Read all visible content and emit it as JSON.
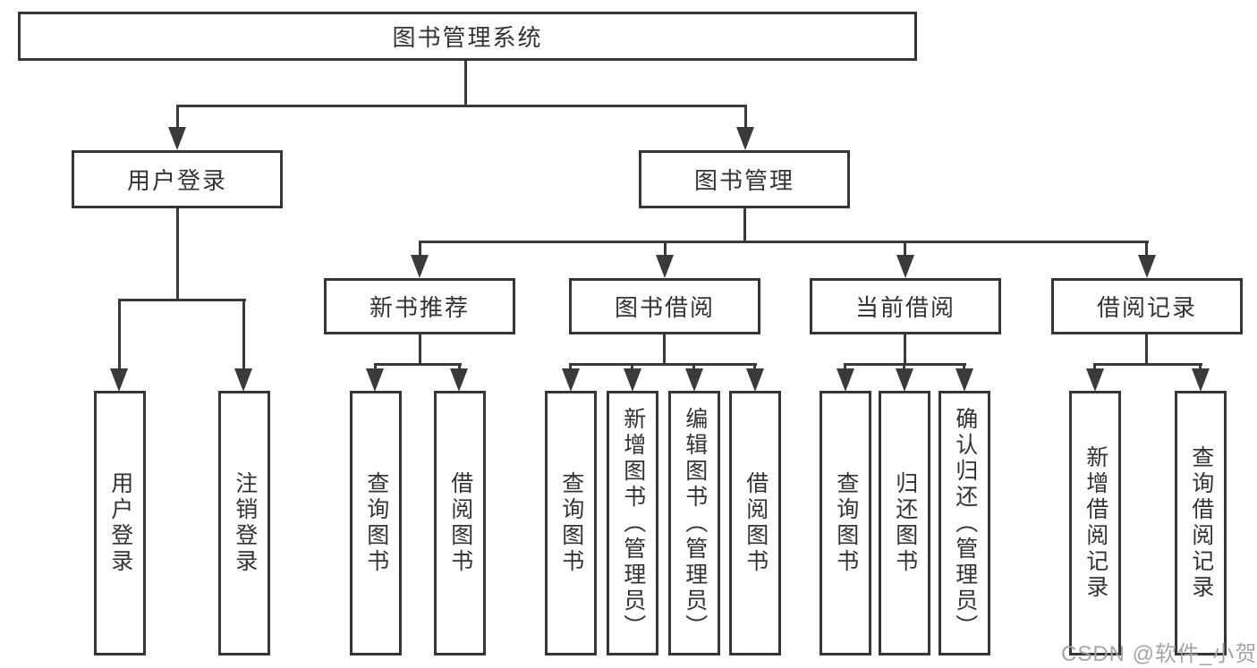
{
  "diagram": {
    "title": "图书管理系统",
    "level2": {
      "user_login": "用户登录",
      "book_management": "图书管理"
    },
    "level3": {
      "new_book_recommend": "新书推荐",
      "book_borrow": "图书借阅",
      "current_borrow": "当前借阅",
      "borrow_record": "借阅记录"
    },
    "leaves": {
      "user_login": [
        "用户登录",
        "注销登录"
      ],
      "new_book_recommend": [
        "查询图书",
        "借阅图书"
      ],
      "book_borrow": [
        "查询图书",
        "新增图书（管理员）",
        "编辑图书（管理员）",
        "借阅图书"
      ],
      "current_borrow": [
        "查询图书",
        "归还图书",
        "确认归还（管理员）"
      ],
      "borrow_record": [
        "新增借阅记录",
        "查询借阅记录"
      ]
    }
  },
  "watermark": {
    "text": "CSDN @软件_小贺同学"
  },
  "colors": {
    "background": "#ffffff",
    "line": "#3a3a3a",
    "border": "#353535",
    "text": "#333333",
    "watermark": "#a0a0a0"
  }
}
